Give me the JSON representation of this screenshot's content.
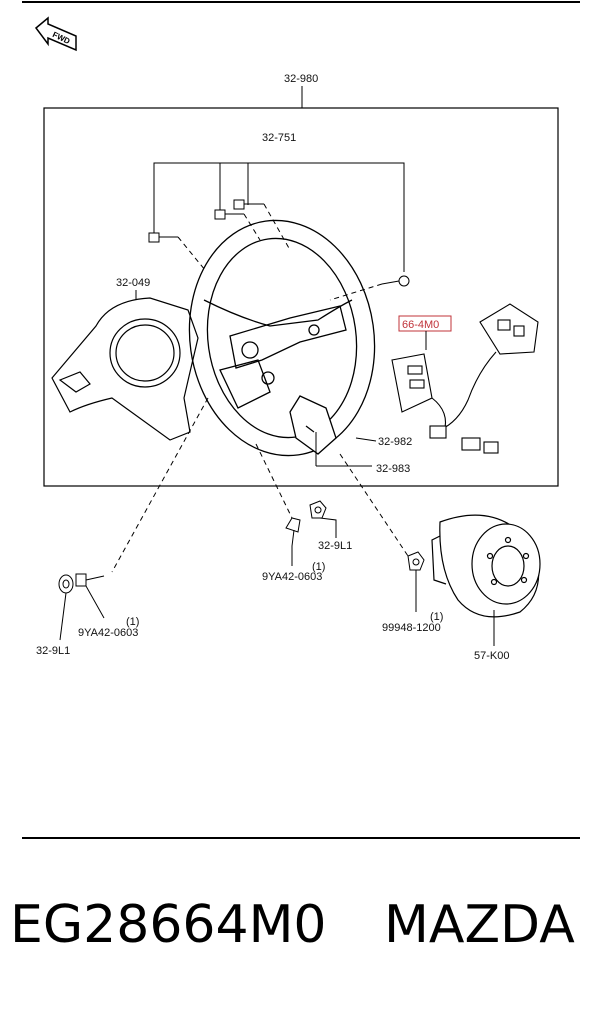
{
  "diagram": {
    "direction_marker": "FWD",
    "labels": {
      "assembly": "32-980",
      "screws": "32-751",
      "cover": "32-049",
      "switch": "66-4M0",
      "wheel": "32-982",
      "lower_cover": "32-983",
      "nut_center": "32-9L1",
      "bolt_center": "9YA42-0603",
      "bolt_center_qty": "(1)",
      "nut_left": "32-9L1",
      "bolt_left": "9YA42-0603",
      "bolt_left_qty": "(1)",
      "nut_right": "99948-1200",
      "nut_right_qty": "(1)",
      "airbag": "57-K00"
    },
    "highlight_color": "#c0333a"
  },
  "footer": {
    "part_number": "EG28664M0",
    "brand": "MAZDA"
  }
}
